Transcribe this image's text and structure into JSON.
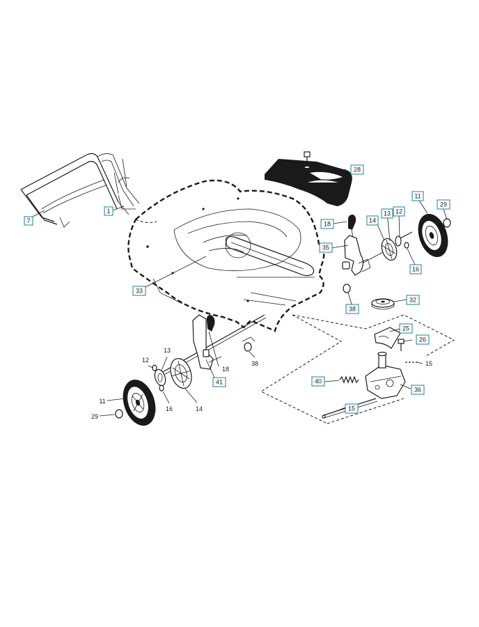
{
  "colors": {
    "label_box_border": "#2a8ca8",
    "line": "#1a1a1a",
    "background": "#ffffff"
  },
  "callouts_boxed": [
    {
      "id": "c7",
      "text": "7"
    },
    {
      "id": "c1",
      "text": "1"
    },
    {
      "id": "c28",
      "text": "28"
    },
    {
      "id": "c18a",
      "text": "18"
    },
    {
      "id": "c35",
      "text": "35"
    },
    {
      "id": "c33",
      "text": "33"
    },
    {
      "id": "c38a",
      "text": "38"
    },
    {
      "id": "c11a",
      "text": "11"
    },
    {
      "id": "c29a",
      "text": "29"
    },
    {
      "id": "c13a",
      "text": "13"
    },
    {
      "id": "c12a",
      "text": "12"
    },
    {
      "id": "c14a",
      "text": "14"
    },
    {
      "id": "c16a",
      "text": "16"
    },
    {
      "id": "c32",
      "text": "32"
    },
    {
      "id": "c25",
      "text": "25"
    },
    {
      "id": "c26",
      "text": "26"
    },
    {
      "id": "c41",
      "text": "41"
    },
    {
      "id": "c40",
      "text": "40"
    },
    {
      "id": "c36",
      "text": "36"
    },
    {
      "id": "c15b",
      "text": "15"
    }
  ],
  "callouts_plain": [
    {
      "id": "p13",
      "text": "13"
    },
    {
      "id": "p12",
      "text": "12"
    },
    {
      "id": "p18",
      "text": "18"
    },
    {
      "id": "p38",
      "text": "38"
    },
    {
      "id": "p11",
      "text": "11"
    },
    {
      "id": "p29",
      "text": "29"
    },
    {
      "id": "p16",
      "text": "16"
    },
    {
      "id": "p14",
      "text": "14"
    },
    {
      "id": "p15",
      "text": "15"
    }
  ]
}
